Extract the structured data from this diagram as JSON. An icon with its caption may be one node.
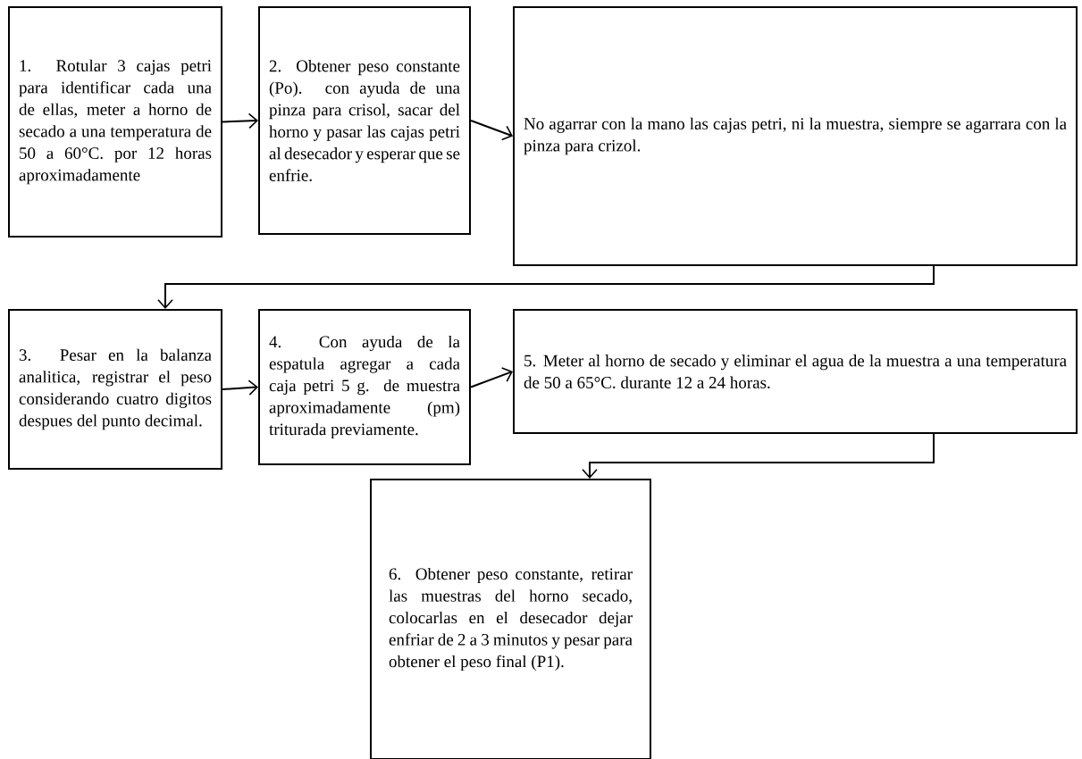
{
  "diagram": {
    "nodes": [
      {
        "text": [
          "1. Rotular 3 cajas petri para identificar cada una de ellas, meter a horno de secado a una temperatura de 50 a 60°C. por 12 horas aproximadamente"
        ]
      },
      {
        "text": [
          "2. Obtener peso constante (Po). con ayuda de una pinza para crisol, sacar del horno y pasar las cajas petri al desecador y esperar que se enfrie."
        ]
      },
      {
        "text": [
          "No agarrar con la mano las cajas petri, ni la muestra, siempre se agarrara con la pinza para crizol."
        ]
      },
      {
        "text": [
          "3. Pesar en la balanza analitica, registrar el peso considerando cuatro digitos despues del punto decimal."
        ]
      },
      {
        "text": [
          "4. Con ayuda de la espatula agregar a cada caja petri 5 g. de muestra aproximadamente (pm) triturada previamente."
        ]
      },
      {
        "text": [
          "5. Meter al horno de secado y eliminar el agua de la muestra a una temperatura de 50 a 65°C. durante 12 a 24 horas."
        ]
      },
      {
        "text": [
          "6. Obtener peso constante, retirar las muestras del horno secado, colocarlas en el desecador dejar enfriar de 2 a 3 minutos y pesar para obtener el peso final (P1)."
        ]
      }
    ],
    "edges": [
      {
        "from": 0,
        "to": 1,
        "arrow": "to"
      },
      {
        "from": 1,
        "to": 2,
        "arrow": "to"
      },
      {
        "from": 2,
        "to": 3,
        "arrow": "to"
      },
      {
        "from": 3,
        "to": 4,
        "arrow": "to"
      },
      {
        "from": 4,
        "to": 5,
        "arrow": "to"
      },
      {
        "from": 5,
        "to": 6,
        "arrow": "to"
      }
    ]
  }
}
